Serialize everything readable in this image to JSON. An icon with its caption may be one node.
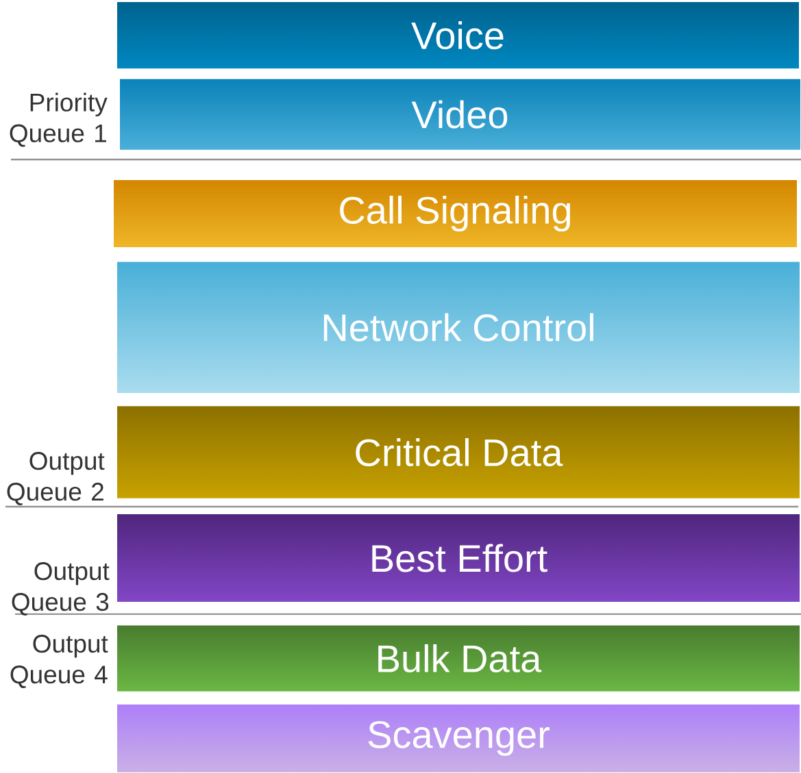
{
  "diagram": {
    "nodes": [
      {
        "text": [
          "Voice"
        ]
      },
      {
        "text": [
          "Video"
        ]
      },
      {
        "text": [
          "Call Signaling"
        ]
      },
      {
        "text": [
          "Network Control"
        ]
      },
      {
        "text": [
          "Critical Data"
        ]
      },
      {
        "text": [
          "Best Effort"
        ]
      },
      {
        "text": [
          "Bulk Data"
        ]
      },
      {
        "text": [
          "Scavenger"
        ]
      }
    ],
    "labels": [
      "Priority Queue 1",
      "Output Queue 2",
      "Output Queue 3",
      "Output Queue 4"
    ]
  }
}
